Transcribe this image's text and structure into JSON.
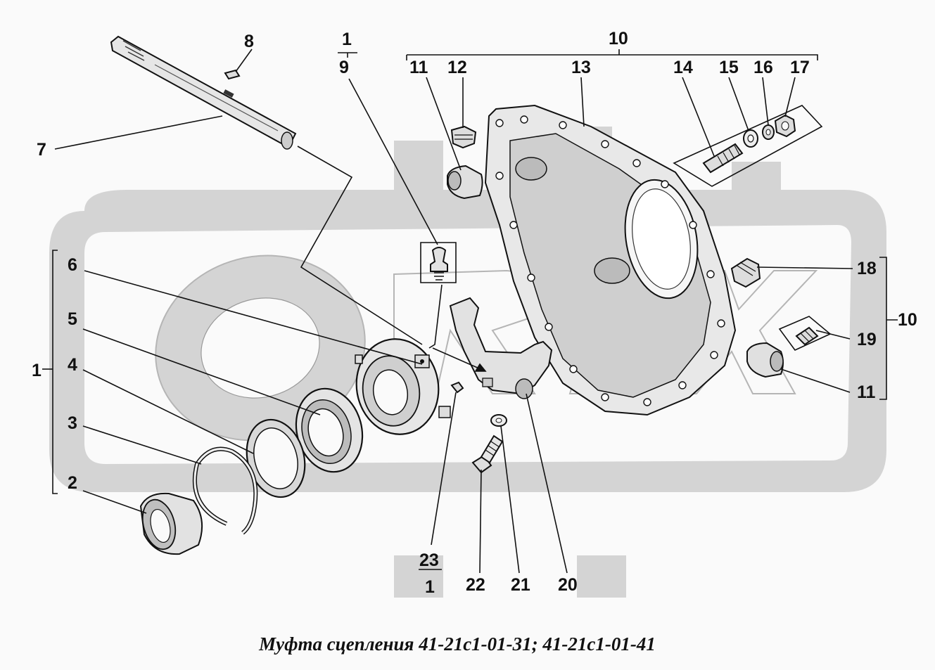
{
  "watermark": {
    "text": "ORTZ",
    "color": "#d2d2d2"
  },
  "caption": "Муфта сцепления 41-21с1-01-31; 41-21с1-01-41",
  "callouts": {
    "c1_top_num": "1",
    "c9": "9",
    "c10_top": "10",
    "c11_top": "11",
    "c12": "12",
    "c13": "13",
    "c14": "14",
    "c15": "15",
    "c16": "16",
    "c17": "17",
    "c8": "8",
    "c7": "7",
    "c6": "6",
    "c5": "5",
    "c4": "4",
    "c3": "3",
    "c2": "2",
    "c1_left": "1",
    "c18": "18",
    "c19": "19",
    "c10_right": "10",
    "c11_right": "11",
    "c23": "23",
    "c1_bottom": "1",
    "c22": "22",
    "c21": "21",
    "c20": "20"
  },
  "parts": [
    {
      "id": "shaft",
      "name": "release shaft"
    },
    {
      "id": "key",
      "name": "key"
    },
    {
      "id": "grease-fitting",
      "name": "grease fitting"
    },
    {
      "id": "housing",
      "name": "clutch housing"
    },
    {
      "id": "plug",
      "name": "plug"
    },
    {
      "id": "bushing-top",
      "name": "bushing"
    },
    {
      "id": "stud",
      "name": "stud"
    },
    {
      "id": "washer",
      "name": "washer"
    },
    {
      "id": "spring-washer",
      "name": "spring washer"
    },
    {
      "id": "nut",
      "name": "nut"
    },
    {
      "id": "plug-right",
      "name": "plug"
    },
    {
      "id": "spring-insert",
      "name": "insert"
    },
    {
      "id": "bushing-right",
      "name": "bushing"
    },
    {
      "id": "release-bearing-carrier",
      "name": "release bearing carrier"
    },
    {
      "id": "bearing",
      "name": "ball bearing"
    },
    {
      "id": "seal-ring",
      "name": "seal ring"
    },
    {
      "id": "snap-ring",
      "name": "snap ring"
    },
    {
      "id": "sleeve",
      "name": "sleeve"
    },
    {
      "id": "fork",
      "name": "release fork"
    },
    {
      "id": "lock-washer",
      "name": "lock washer"
    },
    {
      "id": "bolt",
      "name": "bolt"
    },
    {
      "id": "pin",
      "name": "pin"
    }
  ]
}
